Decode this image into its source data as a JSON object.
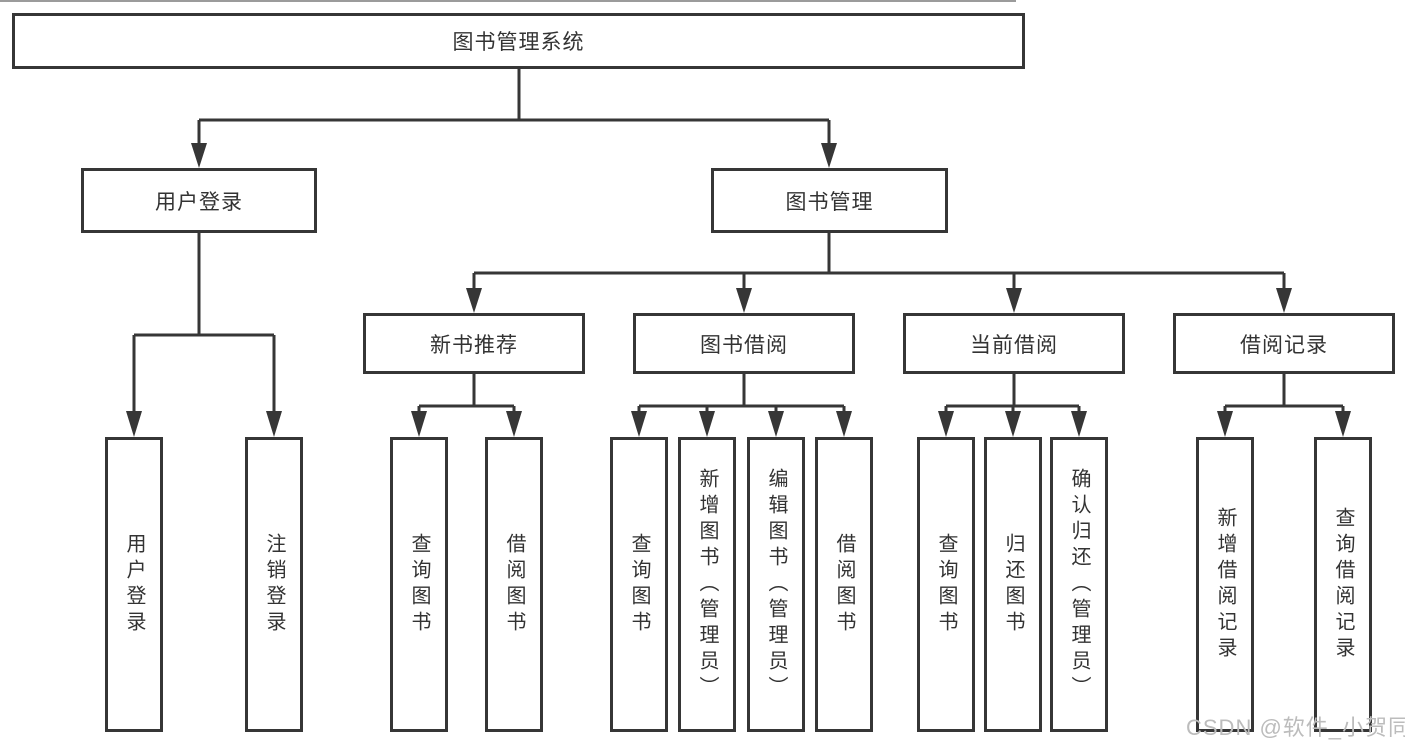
{
  "tree": {
    "root": {
      "label": "图书管理系统"
    },
    "branches": [
      {
        "label": "用户登录",
        "children": [
          {
            "label": "用户登录"
          },
          {
            "label": "注销登录"
          }
        ]
      },
      {
        "label": "图书管理",
        "children": [
          {
            "label": "新书推荐",
            "children": [
              {
                "label": "查询图书"
              },
              {
                "label": "借阅图书"
              }
            ]
          },
          {
            "label": "图书借阅",
            "children": [
              {
                "label": "查询图书"
              },
              {
                "label": "新增图书（管理员）"
              },
              {
                "label": "编辑图书（管理员）"
              },
              {
                "label": "借阅图书"
              }
            ]
          },
          {
            "label": "当前借阅",
            "children": [
              {
                "label": "查询图书"
              },
              {
                "label": "归还图书"
              },
              {
                "label": "确认归还（管理员）"
              }
            ]
          },
          {
            "label": "借阅记录",
            "children": [
              {
                "label": "新增借阅记录"
              },
              {
                "label": "查询借阅记录"
              }
            ]
          }
        ]
      }
    ]
  },
  "watermark": {
    "text": "CSDN @软件_小贺同学"
  },
  "colors": {
    "line": "#363636",
    "text": "#333333",
    "background": "#ffffff",
    "watermark": "#bcbcbc"
  }
}
